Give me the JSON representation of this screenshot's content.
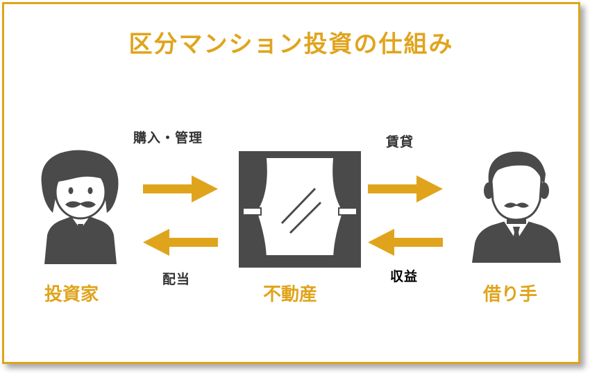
{
  "title": "区分マンション投資の仕組み",
  "nodes": {
    "investor": "投資家",
    "property": "不動産",
    "tenant": "借り手"
  },
  "flows": {
    "purchase_management": "購入・管理",
    "dividend": "配当",
    "lease": "賃貸",
    "revenue": "収益"
  },
  "colors": {
    "accent": "#e0a41c",
    "icon": "#4a4a4a",
    "text": "#333333"
  },
  "icons": [
    "investor-icon",
    "window-curtain-icon",
    "tenant-icon"
  ]
}
